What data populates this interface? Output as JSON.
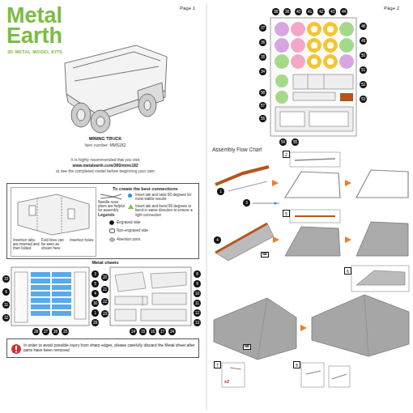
{
  "diagram": {
    "title": "MINING TRUCK",
    "nodes": [
      {
        "text": [
          "To create the best connections"
        ]
      },
      {
        "text": [
          "Insertion tabs are inserted and then folded",
          "Fold lines can be seen as shown here",
          "Insertion holes"
        ],
        "in": 0
      },
      {
        "text": [
          "In order to avoid possible injury from sharp edges, please carefully discard the Metal sheet after parts have been removed"
        ]
      }
    ],
    "labels": [
      "Metal",
      "Earth",
      "3D METAL MODEL KITS",
      "Page 1",
      "Item number: MMS182",
      "It is highly recommended that you visit",
      "www.metalearth.com/360/mms182",
      "to see the completed model before beginning your own",
      "Needle nose pliers are helpful for assembly",
      "Legends",
      "Metal sheets",
      "Page 2",
      "Assembly Flow Chart",
      "33",
      "6",
      "31",
      "32",
      "3",
      "5",
      "4",
      "30",
      "1",
      "29",
      "28",
      "27",
      "26",
      "25",
      "20",
      "21",
      "22",
      "23",
      "8",
      "9",
      "10",
      "11",
      "12",
      "13",
      "14",
      "15",
      "16",
      "17",
      "24",
      "38",
      "39",
      "40",
      "41",
      "42",
      "43",
      "44",
      "37",
      "36",
      "35",
      "34",
      "58",
      "57",
      "56",
      "48",
      "49",
      "50",
      "51",
      "52",
      "53",
      "54",
      "55",
      "1",
      "2",
      "3",
      "4",
      "5",
      "NE",
      "6",
      "7",
      "x2",
      "8",
      "NE"
    ],
    "legend": [
      {
        "text": "Insert tab and twist 90 degrees for most stable results",
        "color": "#1e9bd7"
      },
      {
        "text": "Insert tab and bend 90 degrees to bend in same direction to ensure a tight connection"
      },
      {
        "text": "Engraved side"
      },
      {
        "text": "Non-engraved side"
      },
      {
        "text": "Attention point"
      }
    ]
  }
}
